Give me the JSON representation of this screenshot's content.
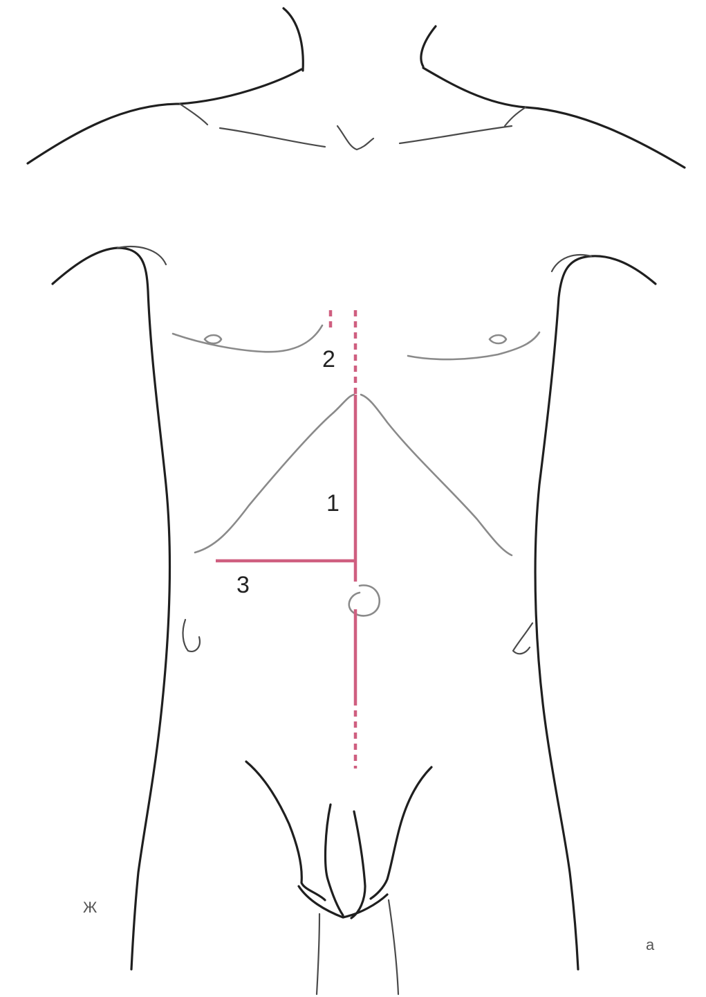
{
  "figure": {
    "labels": {
      "incision_1": "1",
      "incision_2": "2",
      "incision_3": "3"
    },
    "corner_left": "Ж",
    "corner_right": "a"
  },
  "colors": {
    "outline": "#1f1f1f",
    "costal_margin": "#8a8a8a",
    "incision": "#cf5f80",
    "background": "#ffffff"
  }
}
